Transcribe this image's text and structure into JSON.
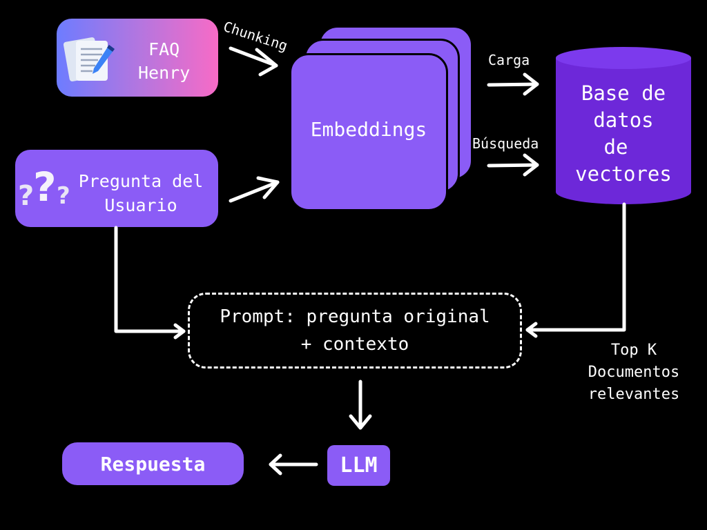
{
  "nodes": {
    "faq": {
      "line1": "FAQ",
      "line2": "Henry"
    },
    "user_question": {
      "line1": "Pregunta del",
      "line2": "Usuario"
    },
    "embeddings": {
      "label": "Embeddings"
    },
    "vector_db": {
      "line1": "Base de",
      "line2": "datos",
      "line3": "de",
      "line4": "vectores"
    },
    "prompt": {
      "line1": "Prompt: pregunta original",
      "line2": "+ contexto"
    },
    "llm": {
      "label": "LLM"
    },
    "response": {
      "label": "Respuesta"
    }
  },
  "edges": {
    "chunking": "Chunking",
    "carga": "Carga",
    "busqueda": "Búsqueda",
    "topk": {
      "line1": "Top K",
      "line2": "Documentos",
      "line3": "relevantes"
    }
  },
  "icons": {
    "faq_icon": "document-icon",
    "question_icon": "question-marks-icon"
  },
  "colors": {
    "background": "#000000",
    "node_purple": "#8b5cf6",
    "db_purple": "#6d28d9",
    "faq_gradient_start": "#6d7cff",
    "faq_gradient_end": "#f76bc6",
    "arrows": "#ffffff"
  }
}
